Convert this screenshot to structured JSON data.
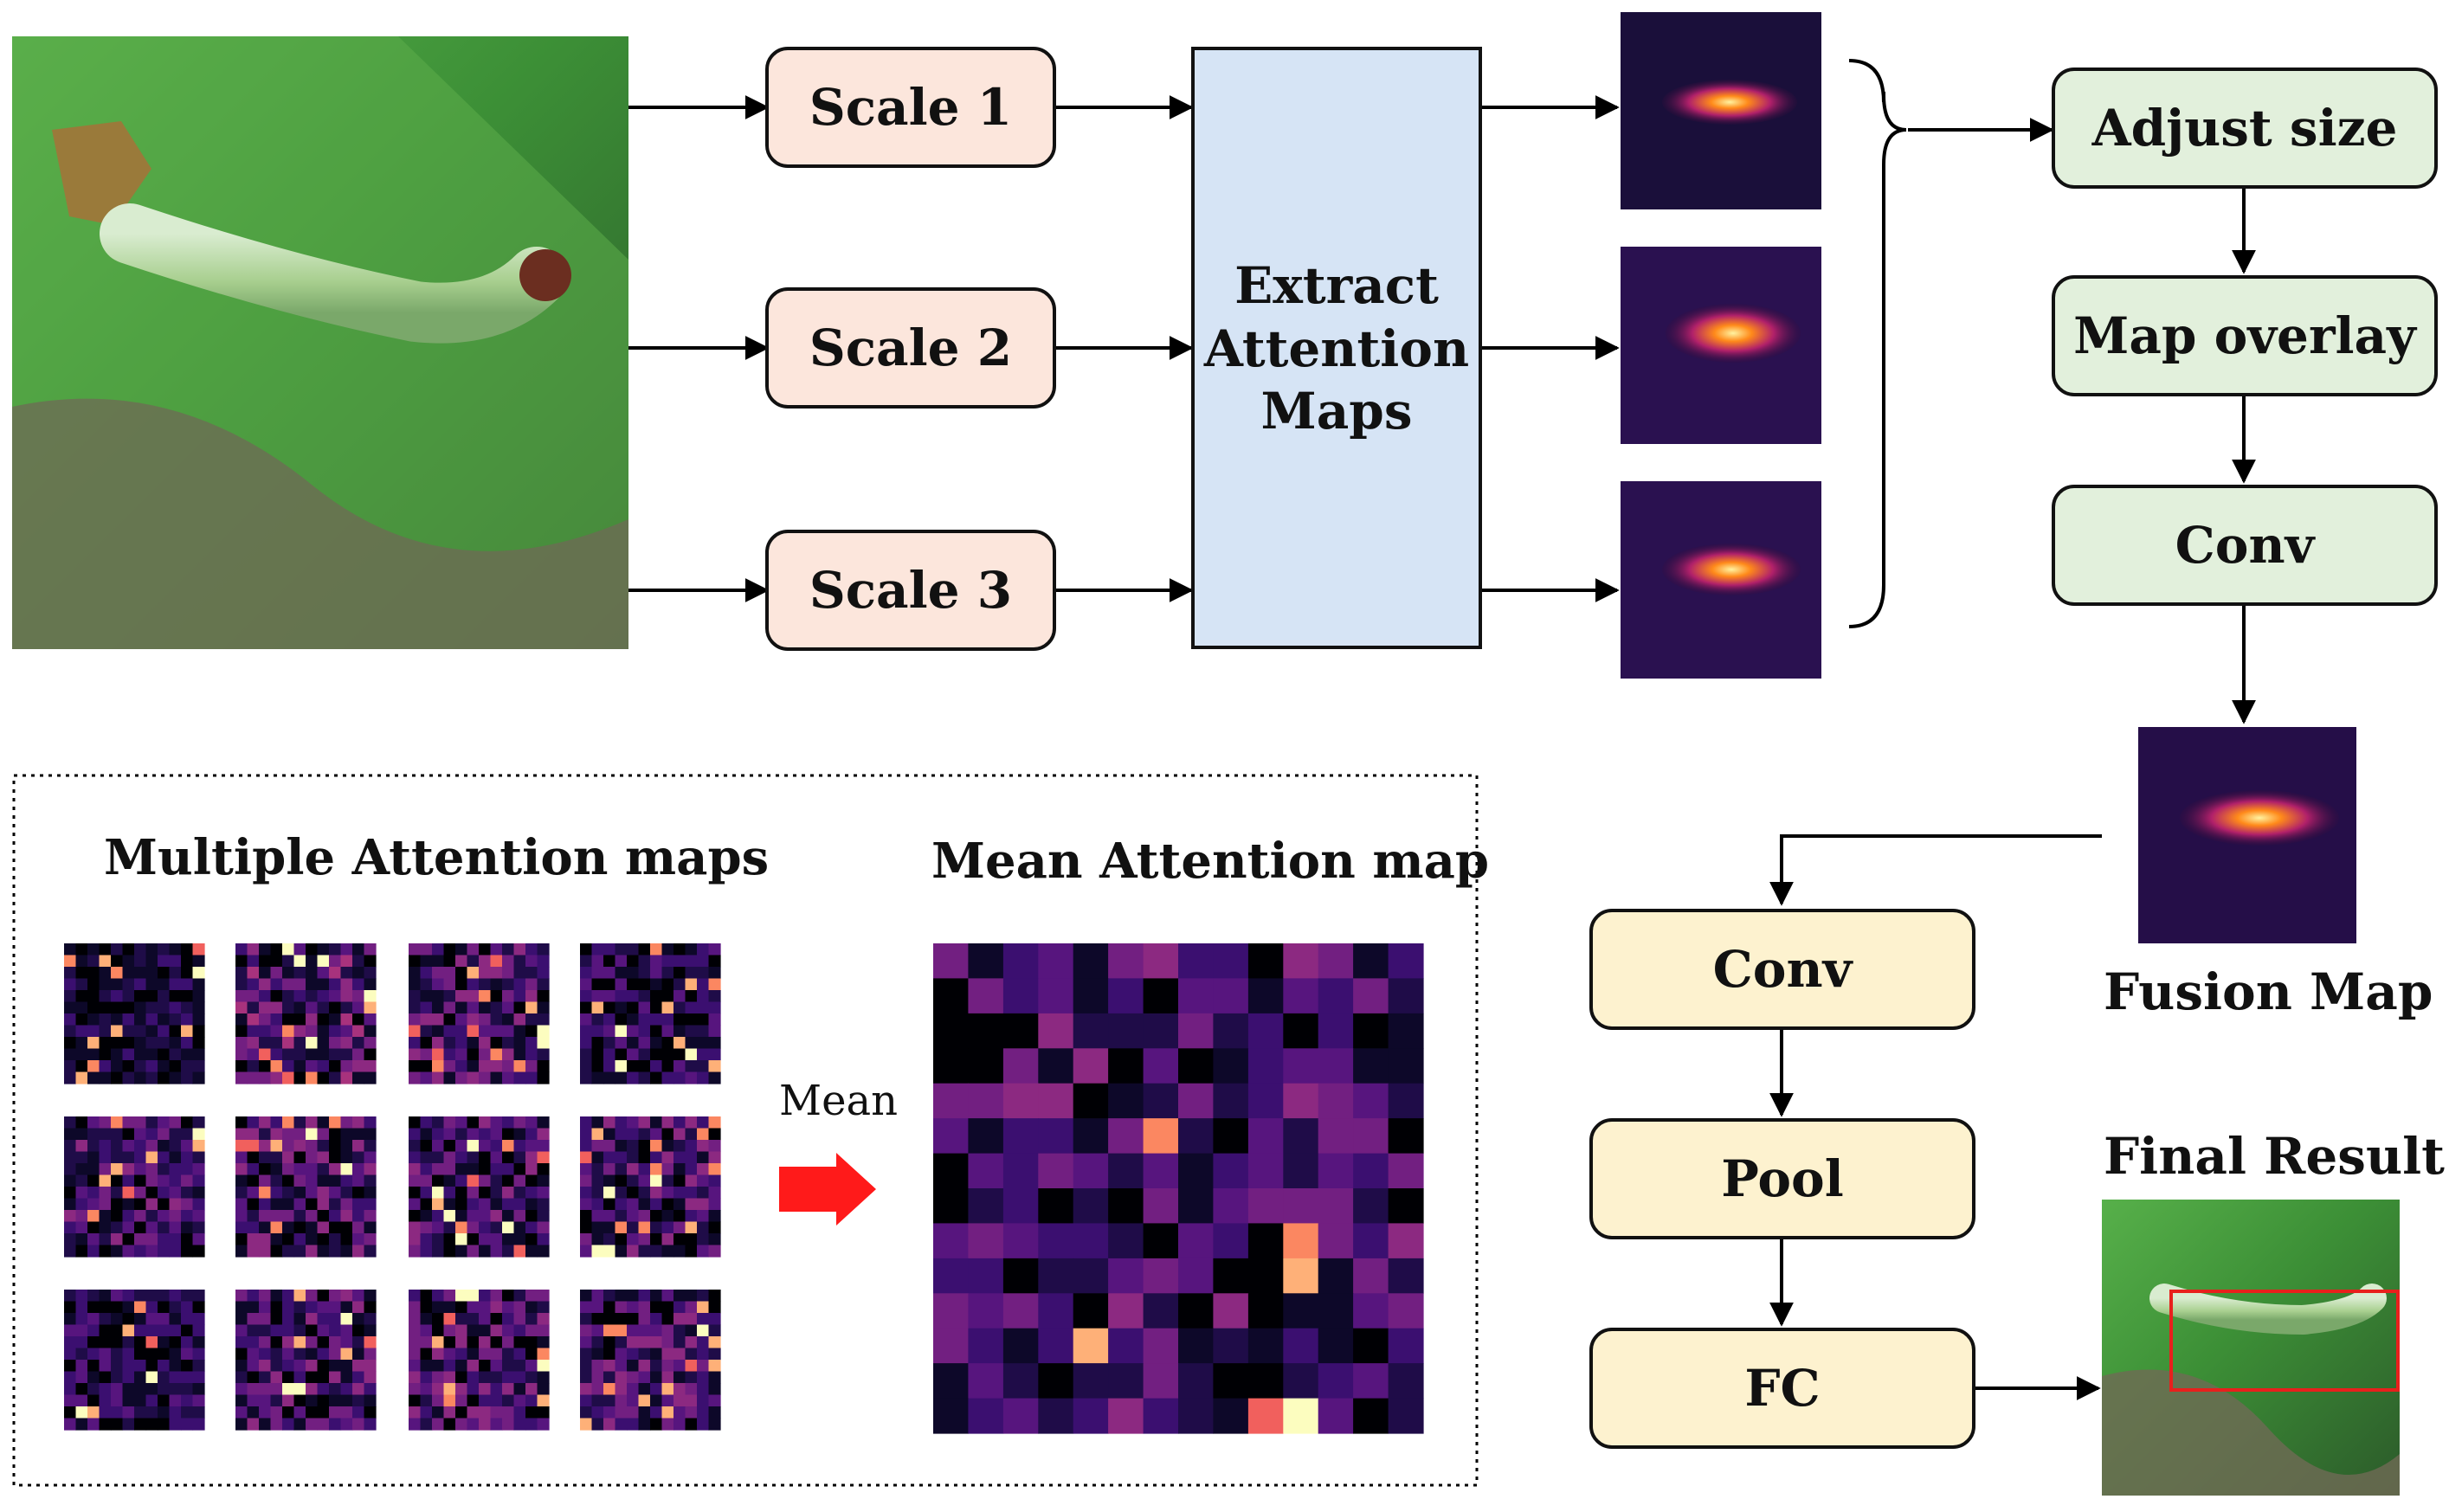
{
  "inputs": {
    "scales": [
      "Scale 1",
      "Scale 2",
      "Scale 3"
    ],
    "extract": [
      "Extract",
      "Attention",
      "Maps"
    ]
  },
  "fusion_branch": {
    "adjust": "Adjust size",
    "overlay": "Map overlay",
    "conv": "Conv",
    "fusion_label": "Fusion Map"
  },
  "classifier": {
    "conv": "Conv",
    "pool": "Pool",
    "fc": "FC",
    "final_label": "Final Result"
  },
  "inset": {
    "multiple_title": "Multiple Attention maps",
    "mean_title": "Mean Attention map",
    "mean_op": "Mean"
  },
  "colors": {
    "scale_fill": "#fce6dc",
    "extract_fill": "#d6e4f5",
    "fusion_fill": "#e2f0dc",
    "classifier_fill": "#fdf2cf",
    "arrow_red": "#ff1a1a"
  }
}
